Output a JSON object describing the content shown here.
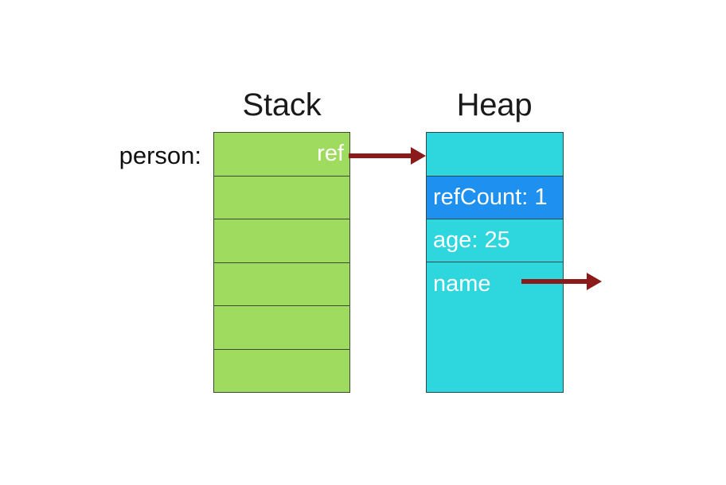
{
  "diagram": {
    "title_stack": "Stack",
    "title_heap": "Heap",
    "variable_label": "person:"
  },
  "stack": {
    "cells": [
      {
        "text": "ref"
      },
      {
        "text": ""
      },
      {
        "text": ""
      },
      {
        "text": ""
      },
      {
        "text": ""
      },
      {
        "text": ""
      }
    ]
  },
  "heap": {
    "cells": [
      {
        "text": "",
        "color": "#2ed6de"
      },
      {
        "text": "refCount: 1",
        "color": "#1e90f0"
      },
      {
        "text": "age:  25",
        "color": "#2ed6de"
      },
      {
        "text": "name",
        "color": "#2ed6de"
      }
    ]
  },
  "arrows": [
    {
      "name": "ref-to-object",
      "from": "stack-cell-ref",
      "to": "heap-object"
    },
    {
      "name": "name-to-string",
      "from": "heap-name-field",
      "to": "offscreen"
    }
  ],
  "colors": {
    "stack_fill": "#9edb5f",
    "stack_border": "#3c4a33",
    "heap_fill": "#2ed6de",
    "heap_highlight_fill": "#1e90f0",
    "heap_border": "#2b4a4c",
    "arrow": "#8b1a1a",
    "label_text": "#111111",
    "cell_text": "#ffffff",
    "background": "#ffffff"
  }
}
